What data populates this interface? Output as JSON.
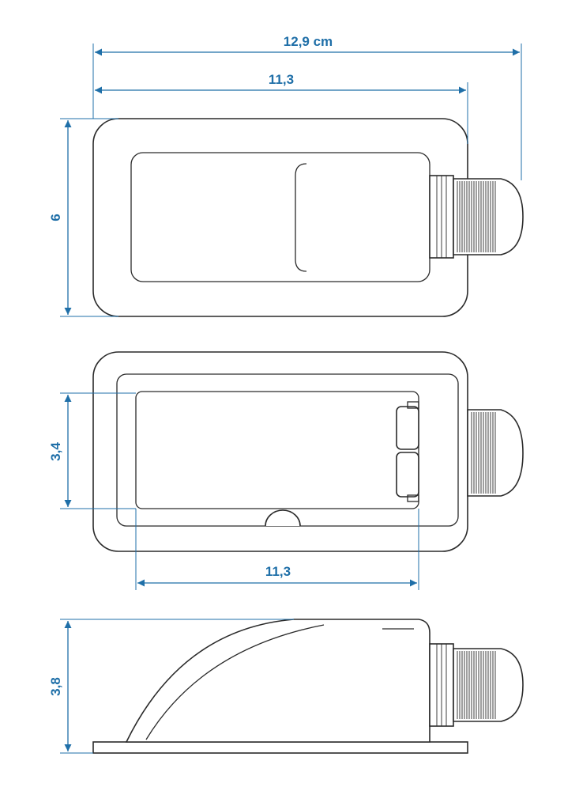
{
  "dimensions": {
    "overall_length": "12,9 cm",
    "top_body_length": "11,3",
    "height_top_view": "6",
    "inner_height": "3,4",
    "inner_length": "11,3",
    "side_height": "3,8"
  },
  "colors": {
    "dimension": "#1f6fa8",
    "outline": "#2a2a2a"
  }
}
